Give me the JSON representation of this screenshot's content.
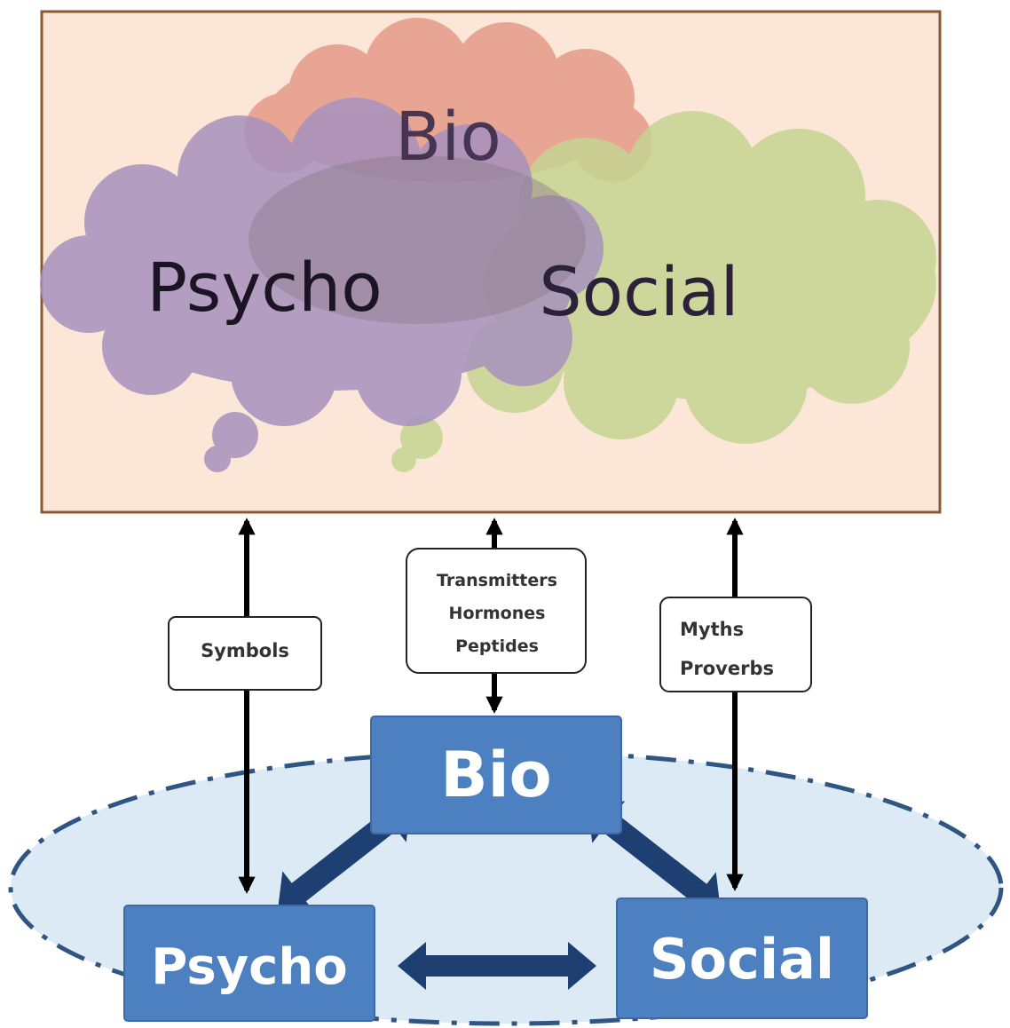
{
  "clouds": {
    "bio": "Bio",
    "psycho": "Psycho",
    "social": "Social"
  },
  "links": {
    "symbols": [
      "Symbols"
    ],
    "biochemical": [
      "Transmitters",
      "Hormones",
      "Peptides"
    ],
    "cultural": [
      "Myths",
      "Proverbs"
    ]
  },
  "nodes": {
    "bio": "Bio",
    "psycho": "Psycho",
    "social": "Social"
  },
  "colors": {
    "panel_fill": "#fbe6d8",
    "panel_border": "#8a5a36",
    "cloud_bio": "#e59a88",
    "cloud_psycho": "#a792be",
    "cloud_social": "#c5d592",
    "node_fill": "#4d80c0",
    "arrow_dark": "#1d3f72",
    "ellipse_fill": "#dbeaf4",
    "ellipse_border": "#2f5582"
  }
}
